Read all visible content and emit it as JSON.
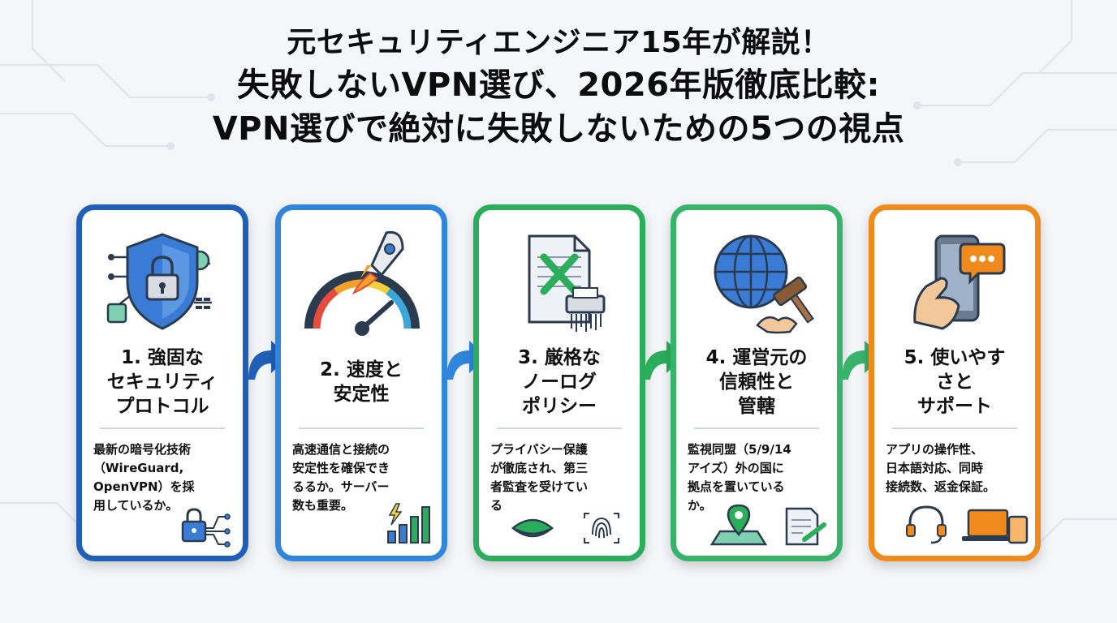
{
  "title": {
    "line1": "元セキュリティエンジニア15年が解説！",
    "line2": "失敗しないVPN選び、2026年版徹底比較:",
    "line3": "VPN選びで絶対に失敗しないための5つの視点"
  },
  "colors": {
    "card1": "#1f5fb8",
    "card2": "#2f86dc",
    "card3": "#2aae5c",
    "card4": "#35b46a",
    "card5": "#f08a1c"
  },
  "cards": [
    {
      "title_lines": [
        "1. 強固な",
        "セキュリティ",
        "プロトコル"
      ],
      "desc_lines": [
        "最新の暗号化技術",
        "（WireGuard,",
        "OpenVPN）を採",
        "用しているか。"
      ],
      "icon_main": "shield-lock-icon",
      "icon_small": "lock-network-icon"
    },
    {
      "title_lines": [
        "2. 速度と",
        "安定性"
      ],
      "desc_lines": [
        "高速通信と接続の",
        "安定性を確保でき",
        "るるか。サーバー",
        "数も重要。"
      ],
      "icon_main": "rocket-speedometer-icon",
      "icon_small": "signal-bars-icon"
    },
    {
      "title_lines": [
        "3. 厳格な",
        "ノーログ",
        "ポリシー"
      ],
      "desc_lines": [
        "プライバシー保護",
        "が徹底され、第三",
        "者監査を受けてい",
        "る"
      ],
      "icon_main": "document-shredder-icon",
      "icon_small": "eye-fingerprint-icon"
    },
    {
      "title_lines": [
        "4. 運営元の",
        "信頼性と",
        "管轄"
      ],
      "desc_lines": [
        "監視同盟（5/9/14",
        "アイズ）外の国に",
        "拠点を置いている",
        "か。"
      ],
      "icon_main": "globe-gavel-icon",
      "icon_small": "map-document-icon"
    },
    {
      "title_lines": [
        "5. 使いやす",
        "さと",
        "サポート"
      ],
      "desc_lines": [
        "アプリの操作性、",
        "日本語対応、同時",
        "接続数、返金保証。"
      ],
      "icon_main": "phone-chat-icon",
      "icon_small": "headset-devices-icon"
    }
  ]
}
